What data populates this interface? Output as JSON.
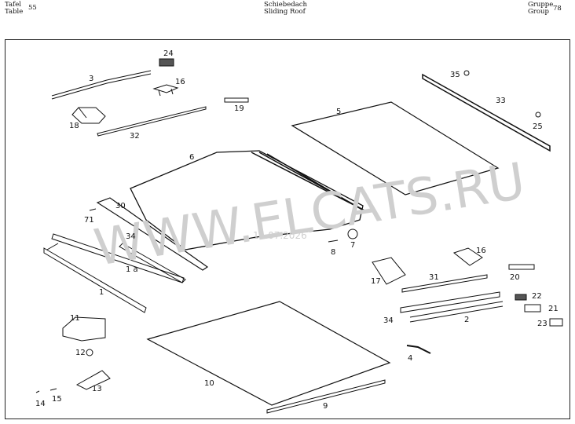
{
  "header": {
    "left_label_de": "Tafel",
    "left_label_en": "Table",
    "table_number": "55",
    "title_de": "Schiebedach",
    "title_en": "Sliding Roof",
    "right_label_de": "Gruppe",
    "right_label_en": "Group",
    "group_number": "78"
  },
  "watermark": {
    "site": "WWW.ELCATS.RU",
    "date": "14.07.2026"
  },
  "parts": {
    "p1": "1",
    "p1a": "1 a",
    "p2": "2",
    "p3": "3",
    "p4": "4",
    "p5": "5",
    "p6": "6",
    "p7": "7",
    "p8": "8",
    "p9": "9",
    "p10": "10",
    "p11": "11",
    "p12": "12",
    "p13": "13",
    "p14": "14",
    "p15": "15",
    "p16a": "16",
    "p16b": "16",
    "p17": "17",
    "p18": "18",
    "p19": "19",
    "p20": "20",
    "p21": "21",
    "p22": "22",
    "p23": "23",
    "p24": "24",
    "p25": "25",
    "p30": "30",
    "p31": "31",
    "p32": "32",
    "p33": "33",
    "p34a": "34",
    "p34b": "34",
    "p35": "35",
    "p71": "71"
  }
}
